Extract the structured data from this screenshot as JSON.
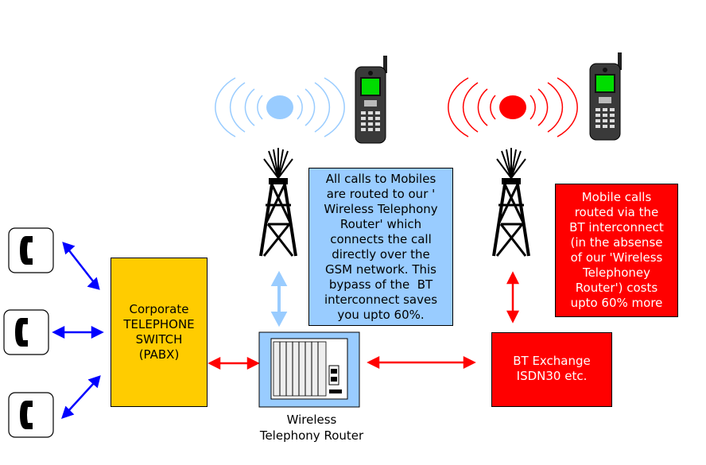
{
  "colors": {
    "pabx_fill": "#ffcc00",
    "callout_blue_fill": "#99ccff",
    "callout_red_fill": "#ff0000",
    "bt_exchange_fill": "#ff0000",
    "arrow_blue": "#0000ff",
    "arrow_red": "#ff0000",
    "arrow_light_blue": "#99ccff",
    "signal_blue": "#99ccff",
    "signal_red": "#ff0000"
  },
  "icons": {
    "desk_phones": [
      "telephone-handset-icon",
      "telephone-handset-icon",
      "telephone-handset-icon"
    ],
    "mobiles": [
      "mobile-phone-icon",
      "mobile-phone-icon"
    ],
    "towers": [
      "radio-tower-icon",
      "radio-tower-icon"
    ],
    "signals": [
      "wireless-signal-icon",
      "wireless-signal-icon"
    ],
    "router": "router-equipment-icon"
  },
  "pabx": {
    "lines": [
      "Corporate",
      "TELEPHONE",
      "SWITCH",
      "(PABX)"
    ]
  },
  "callout_blue": {
    "lines": [
      "All calls to Mobiles",
      "are routed to our '",
      "Wireless Telephony",
      "Router' which",
      "connects the call",
      "directly over the",
      "GSM network. This",
      "bypass of the  BT",
      "interconnect saves",
      "you upto 60%."
    ]
  },
  "callout_red": {
    "lines": [
      "Mobile calls",
      "routed via the",
      "BT interconnect",
      "(in the absense",
      "of our 'Wireless",
      "Telephoney",
      "Router') costs",
      "upto 60% more"
    ]
  },
  "bt_exchange": {
    "lines": [
      "BT Exchange",
      "ISDN30 etc."
    ]
  },
  "router": {
    "caption_lines": [
      "Wireless",
      "Telephony Router"
    ]
  }
}
